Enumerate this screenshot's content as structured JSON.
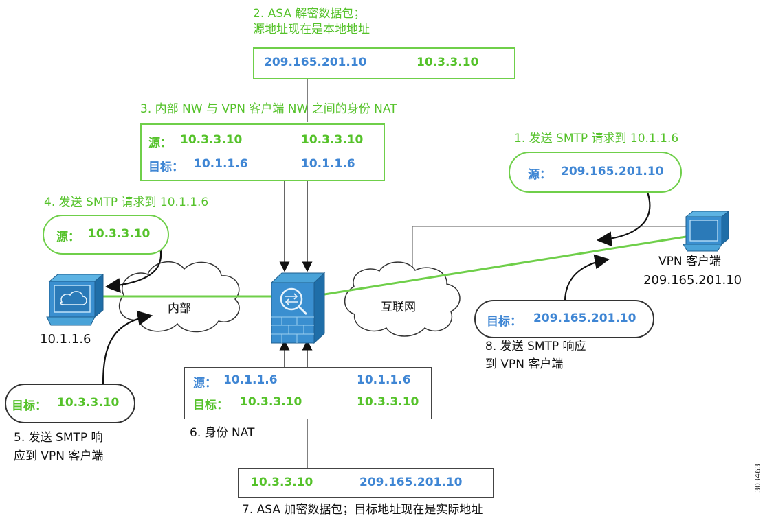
{
  "colors": {
    "green": "#55c22a",
    "blue": "#3f86d4",
    "line_green": "#6fcf4a"
  },
  "step2": {
    "title_line1": "2. ASA 解密数据包；",
    "title_line2": "源地址现在是本地地址",
    "from": "209.165.201.10",
    "to": "10.3.3.10"
  },
  "step3": {
    "title": "3. 内部 NW 与 VPN 客户端 NW 之间的身份 NAT",
    "src_label": "源：",
    "src_from": "10.3.3.10",
    "src_to": "10.3.3.10",
    "dst_label": "目标：",
    "dst_from": "10.1.1.6",
    "dst_to": "10.1.1.6"
  },
  "step1": {
    "title": "1. 发送 SMTP 请求到 10.1.1.6",
    "src_label": "源：",
    "src": "209.165.201.10"
  },
  "step4": {
    "title": "4. 发送 SMTP 请求到 10.1.1.6",
    "src_label": "源：",
    "src": "10.3.3.10"
  },
  "vpn_client": {
    "name": "VPN 客户端",
    "ip": "209.165.201.10"
  },
  "inside": {
    "label": "内部",
    "host_ip": "10.1.1.6"
  },
  "internet": {
    "label": "互联网"
  },
  "step8": {
    "pill_label": "目标：",
    "pill_value": "209.165.201.10",
    "title_line1": "8. 发送 SMTP 响应",
    "title_line2": "到 VPN 客户端"
  },
  "step5": {
    "pill_label": "目标：",
    "pill_value": "10.3.3.10",
    "title_line1": "5. 发送 SMTP 响",
    "title_line2": "应到 VPN 客户端"
  },
  "step6": {
    "title": "6. 身份 NAT",
    "src_label": "源：",
    "src_from": "10.1.1.6",
    "src_to": "10.1.1.6",
    "dst_label": "目标：",
    "dst_from": "10.3.3.10",
    "dst_to": "10.3.3.10"
  },
  "step7": {
    "from": "10.3.3.10",
    "to": "209.165.201.10",
    "title": "7. ASA 加密数据包；目标地址现在是实际地址"
  },
  "figure_id": "303463",
  "icons": {
    "computer": "computer-icon",
    "cloud": "cloud-icon",
    "firewall": "asa-firewall-icon",
    "arrow": "arrow-right-icon"
  }
}
